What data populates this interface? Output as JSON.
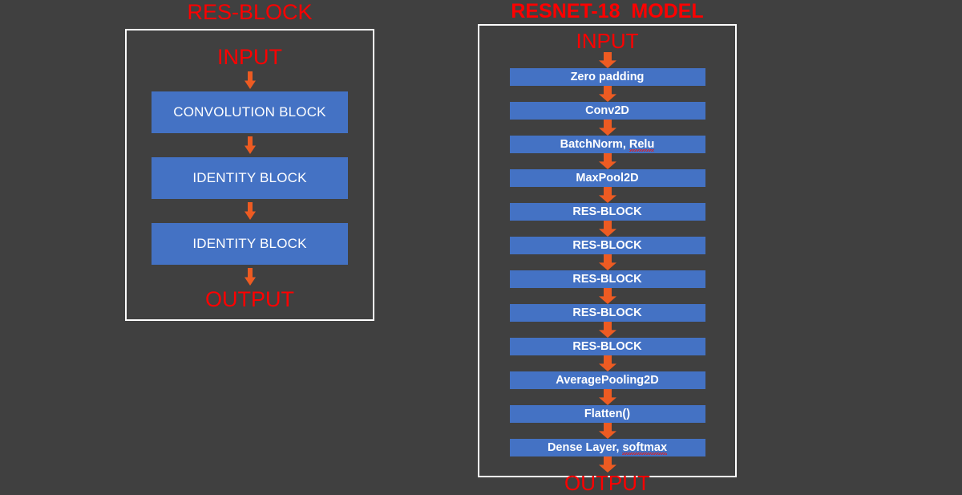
{
  "theme": {
    "background": "#404040",
    "panel_border": "#FFFFFF",
    "block_fill": "#4472C4",
    "block_text": "#FFFFFF",
    "accent_red": "#FF0000",
    "arrow_orange": "#ED5B22"
  },
  "left_panel": {
    "title": "RES-BLOCK",
    "input_label": "INPUT",
    "output_label": "OUTPUT",
    "blocks": [
      {
        "label": "CONVOLUTION BLOCK"
      },
      {
        "label": "IDENTITY BLOCK"
      },
      {
        "label": "IDENTITY BLOCK"
      }
    ]
  },
  "right_panel": {
    "title": "RESNET-18  MODEL",
    "input_label": "INPUT",
    "output_label": "OUTPUT",
    "blocks": [
      {
        "label": "Zero padding",
        "misspelled": false
      },
      {
        "label": "Conv2D",
        "misspelled": false
      },
      {
        "label": "BatchNorm, Relu",
        "misspelled": true
      },
      {
        "label": "MaxPool2D",
        "misspelled": false
      },
      {
        "label": "RES-BLOCK",
        "misspelled": false
      },
      {
        "label": "RES-BLOCK",
        "misspelled": false
      },
      {
        "label": "RES-BLOCK",
        "misspelled": false
      },
      {
        "label": "RES-BLOCK",
        "misspelled": false
      },
      {
        "label": "RES-BLOCK",
        "misspelled": false
      },
      {
        "label": "AveragePooling2D",
        "misspelled": false
      },
      {
        "label": "Flatten()",
        "misspelled": false
      },
      {
        "label": "Dense Layer, softmax",
        "misspelled": true
      }
    ]
  }
}
